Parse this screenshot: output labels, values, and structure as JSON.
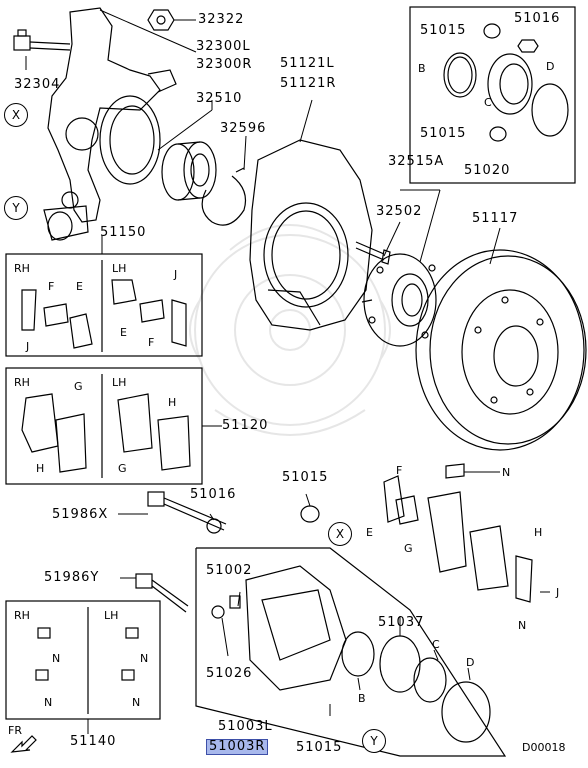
{
  "labels": {
    "p32322": "32322",
    "p32300l": "32300L",
    "p32300r": "32300R",
    "p32304": "32304",
    "p32510": "32510",
    "p32596": "32596",
    "p51121l": "51121L",
    "p51121r": "51121R",
    "p32515a": "32515A",
    "p32502": "32502",
    "p51117": "51117",
    "p51150": "51150",
    "p51120": "51120",
    "p51015_top1": "51015",
    "p51016_top": "51016",
    "p51015_top2": "51015",
    "p51020": "51020",
    "p51986x": "51986X",
    "p51016_mid": "51016",
    "p51015_mid": "51015",
    "p51986y": "51986Y",
    "p51002": "51002",
    "p51026": "51026",
    "p51037": "51037",
    "p51003l": "51003L",
    "p51003r": "51003R",
    "p51015_bot": "51015",
    "p51140": "51140",
    "code": "D00018",
    "fr": "FR"
  },
  "letters": {
    "B": "B",
    "C": "C",
    "D": "D",
    "E": "E",
    "F": "F",
    "G": "G",
    "H": "H",
    "J": "J",
    "N": "N",
    "RH": "RH",
    "LH": "LH"
  },
  "callouts": {
    "X": "X",
    "Y": "Y"
  },
  "colors": {
    "highlight": "#a8b8ec",
    "highlight_border": "#3d4fa8",
    "line": "#000000"
  }
}
